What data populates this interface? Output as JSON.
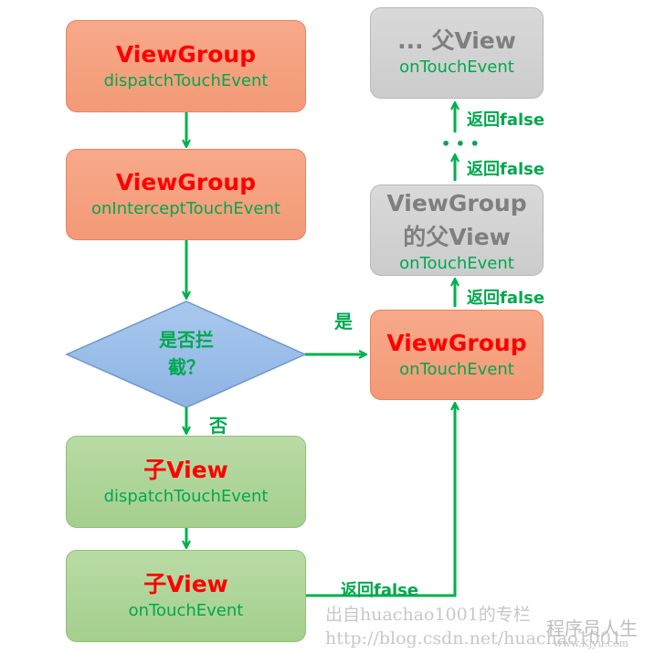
{
  "boxes": {
    "vg_dispatch": {
      "title": "ViewGroup",
      "sub": "dispatchTouchEvent"
    },
    "vg_intercept": {
      "title": "ViewGroup",
      "sub": "onInterceptTouchEvent"
    },
    "child_dispatch": {
      "title": "子View",
      "sub": "dispatchTouchEvent"
    },
    "child_touch": {
      "title": "子View",
      "sub": "onTouchEvent"
    },
    "vg_touch": {
      "title": "ViewGroup",
      "sub": "onTouchEvent"
    },
    "parent_view": {
      "title_line1": "ViewGroup",
      "title_line2": "的父View",
      "sub": "onTouchEvent"
    },
    "top_parent": {
      "title": "... 父View",
      "sub": "onTouchEvent"
    }
  },
  "decision": {
    "line1": "是否拦",
    "line2": "截？"
  },
  "labels": {
    "yes": "是",
    "no": "否",
    "return_false": "返回false",
    "ellipsis": "• • •"
  },
  "watermark": {
    "line1": "出自huachao1001的专栏",
    "line2": "http://blog.csdn.net/huachao1001",
    "brand": "程序员人生",
    "brand_url": "www.Kjyu.com"
  },
  "colors": {
    "arrow": "#00b050",
    "orange": "#f4a07f",
    "green": "#a9d18e",
    "gray": "#d0d0d0",
    "diamond": "#8eb4e3",
    "title_red": "#ff0000",
    "title_gray": "#7f7f7f",
    "sub_green": "#00a84f"
  }
}
